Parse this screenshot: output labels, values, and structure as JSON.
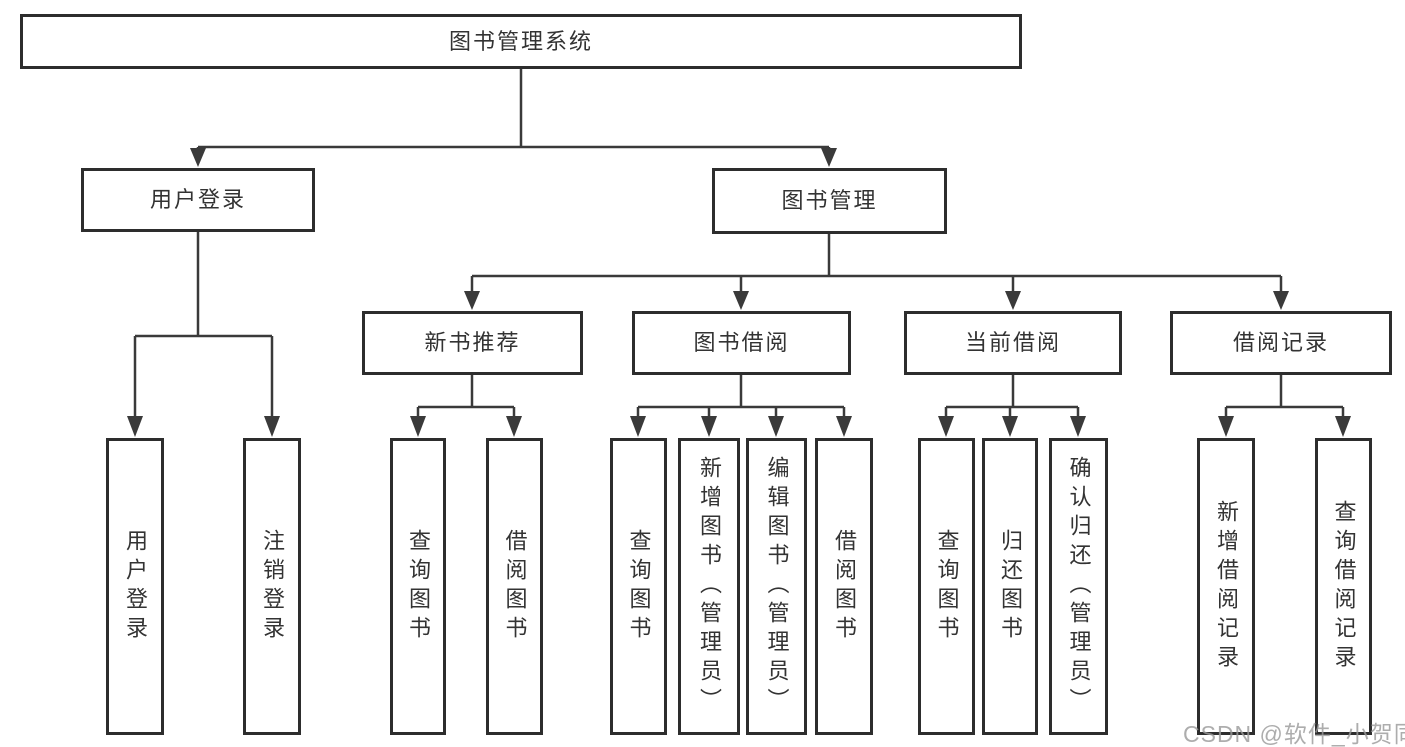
{
  "colors": {
    "background": "#ffffff",
    "box_fill": "#ffffff",
    "box_border": "#2d2d2d",
    "text": "#333333",
    "connector_line": "#3a3a3a",
    "watermark": "#9b9b9b"
  },
  "watermark": {
    "text": "CSDN @软件_小贺同学"
  },
  "tree": {
    "root": {
      "label": "图书管理系统"
    },
    "user_login": {
      "label": "用户登录",
      "children": [
        {
          "label": "用户登录"
        },
        {
          "label": "注销登录"
        }
      ]
    },
    "book_mgmt": {
      "label": "图书管理",
      "sections": [
        {
          "label": "新书推荐",
          "children": [
            {
              "label": "查询图书"
            },
            {
              "label": "借阅图书"
            }
          ]
        },
        {
          "label": "图书借阅",
          "children": [
            {
              "label": "查询图书"
            },
            {
              "label": "新增图书（管理员）"
            },
            {
              "label": "编辑图书（管理员）"
            },
            {
              "label": "借阅图书"
            }
          ]
        },
        {
          "label": "当前借阅",
          "children": [
            {
              "label": "查询图书"
            },
            {
              "label": "归还图书"
            },
            {
              "label": "确认归还（管理员）"
            }
          ]
        },
        {
          "label": "借阅记录",
          "children": [
            {
              "label": "新增借阅记录"
            },
            {
              "label": "查询借阅记录"
            }
          ]
        }
      ]
    }
  }
}
